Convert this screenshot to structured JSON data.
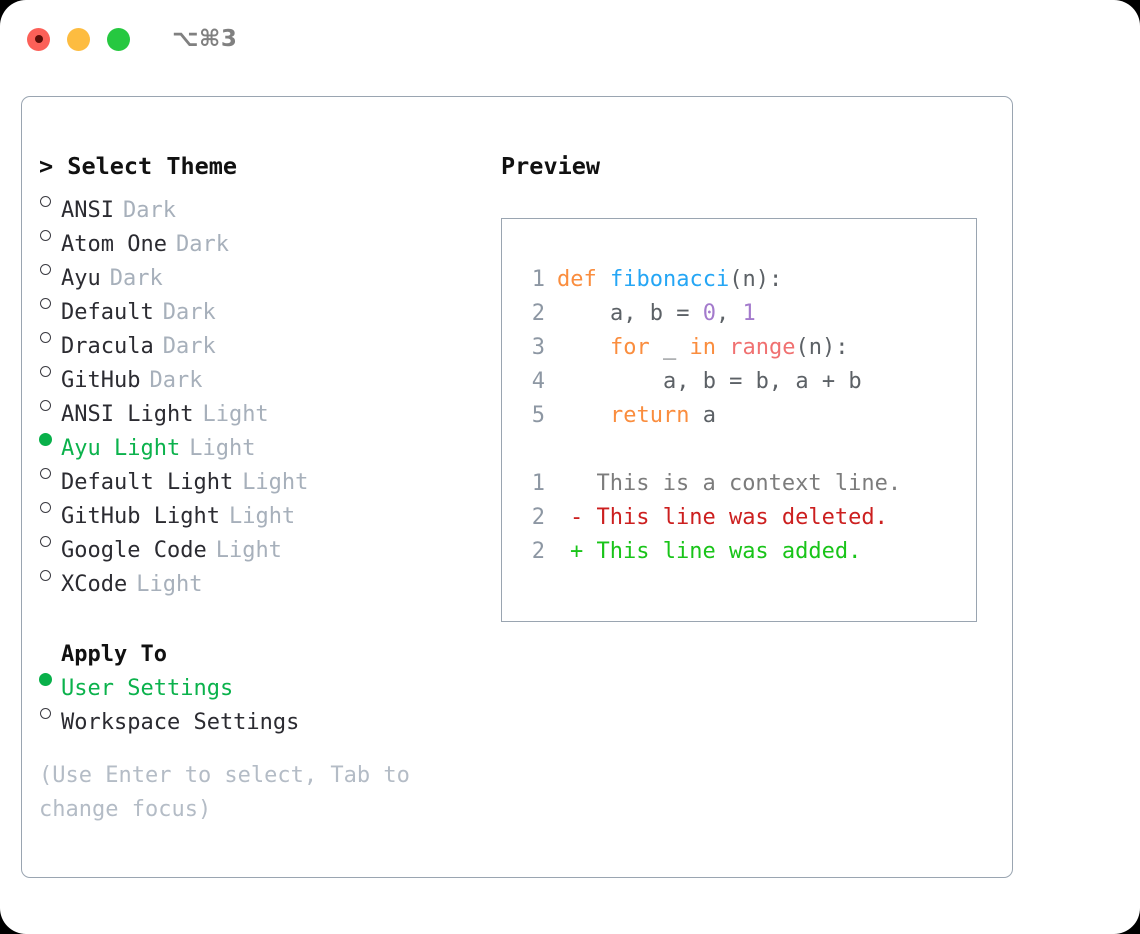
{
  "window": {
    "shortcut": "⌥⌘3",
    "traffic_lights": [
      "close-button",
      "minimize-button",
      "maximize-button"
    ],
    "colors": {
      "close": "#fc6058",
      "minimize": "#fdbc40",
      "maximize": "#26c840",
      "accent_green": "#0bb24c",
      "panel_border": "#9aa5b1",
      "muted": "#a7b0bb"
    }
  },
  "left": {
    "heading": "> Select Theme",
    "themes": [
      {
        "label": "ANSI",
        "tag": "Dark",
        "selected": false
      },
      {
        "label": "Atom One",
        "tag": "Dark",
        "selected": false
      },
      {
        "label": "Ayu",
        "tag": "Dark",
        "selected": false
      },
      {
        "label": "Default",
        "tag": "Dark",
        "selected": false
      },
      {
        "label": "Dracula",
        "tag": "Dark",
        "selected": false
      },
      {
        "label": "GitHub",
        "tag": "Dark",
        "selected": false
      },
      {
        "label": "ANSI Light",
        "tag": "Light",
        "selected": false
      },
      {
        "label": "Ayu Light",
        "tag": "Light",
        "selected": true
      },
      {
        "label": "Default Light",
        "tag": "Light",
        "selected": false
      },
      {
        "label": "GitHub Light",
        "tag": "Light",
        "selected": false
      },
      {
        "label": "Google Code",
        "tag": "Light",
        "selected": false
      },
      {
        "label": "XCode",
        "tag": "Light",
        "selected": false
      }
    ],
    "apply_to_heading": "Apply To",
    "apply_to": [
      {
        "label": "User Settings",
        "selected": true
      },
      {
        "label": "Workspace Settings",
        "selected": false
      }
    ],
    "hint": "(Use Enter to select, Tab to change focus)"
  },
  "right": {
    "title": "Preview",
    "code": [
      {
        "lineno": "1",
        "tokens": [
          {
            "t": "def ",
            "c": "kw"
          },
          {
            "t": "fibonacci",
            "c": "fn"
          },
          {
            "t": "(n):",
            "c": "punct"
          }
        ]
      },
      {
        "lineno": "2",
        "tokens": [
          {
            "t": "    a, b = ",
            "c": "plain"
          },
          {
            "t": "0",
            "c": "num"
          },
          {
            "t": ", ",
            "c": "plain"
          },
          {
            "t": "1",
            "c": "num"
          }
        ]
      },
      {
        "lineno": "3",
        "tokens": [
          {
            "t": "    ",
            "c": "plain"
          },
          {
            "t": "for",
            "c": "kw"
          },
          {
            "t": " _ ",
            "c": "plain"
          },
          {
            "t": "in",
            "c": "kw"
          },
          {
            "t": " ",
            "c": "plain"
          },
          {
            "t": "range",
            "c": "bi"
          },
          {
            "t": "(n):",
            "c": "punct"
          }
        ]
      },
      {
        "lineno": "4",
        "tokens": [
          {
            "t": "        a, b = b, a + b",
            "c": "plain"
          }
        ]
      },
      {
        "lineno": "5",
        "tokens": [
          {
            "t": "    ",
            "c": "plain"
          },
          {
            "t": "return",
            "c": "kw"
          },
          {
            "t": " a",
            "c": "plain"
          }
        ]
      }
    ],
    "diff": [
      {
        "lineno": "1",
        "marker": " ",
        "text": " This is a context line.",
        "kind": "ctx"
      },
      {
        "lineno": "2",
        "marker": "-",
        "text": " This line was deleted.",
        "kind": "del"
      },
      {
        "lineno": "2",
        "marker": "+",
        "text": " This line was added.",
        "kind": "add"
      }
    ]
  }
}
